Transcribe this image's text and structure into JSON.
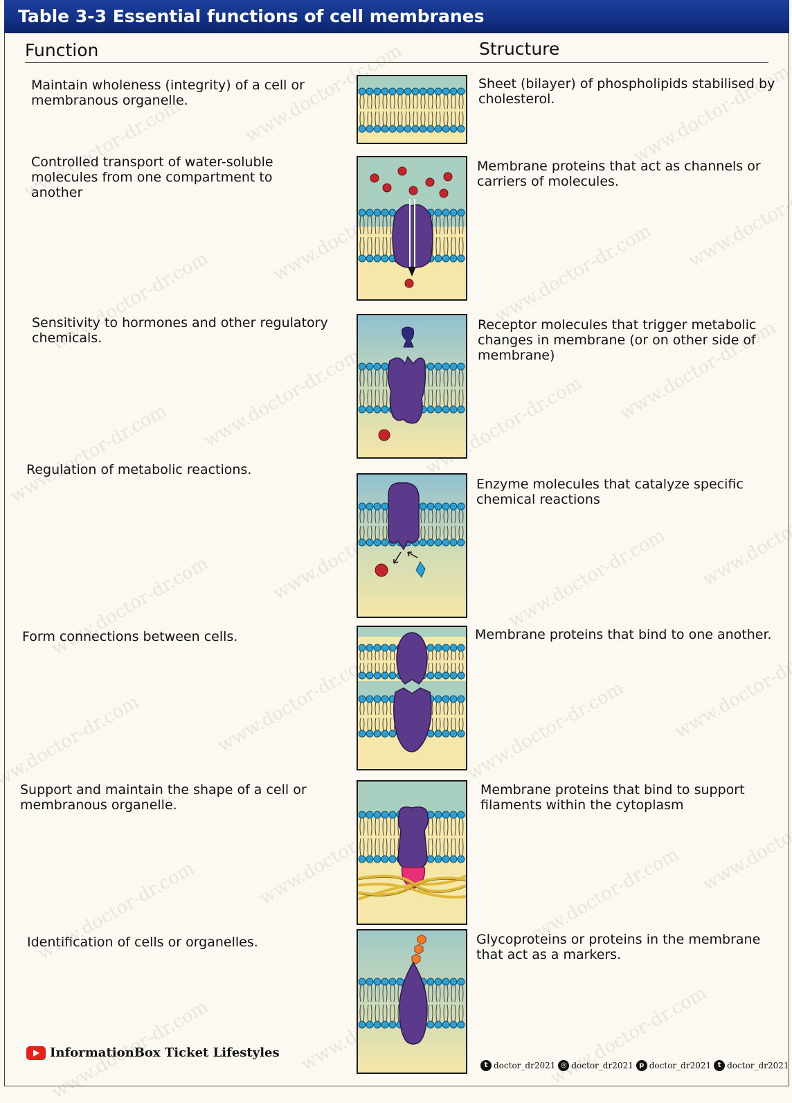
{
  "title": "Table 3-3  Essential functions of cell membranes",
  "headers": {
    "function": "Function",
    "structure": "Structure"
  },
  "rows": [
    {
      "function": "Maintain wholeness (integrity) of a cell or membranous organelle.",
      "structure": "Sheet (bilayer) of phospholipids stabilised by cholesterol.",
      "illustration": "phospholipid-bilayer"
    },
    {
      "function": "Controlled transport of water-soluble molecules from one compartment to another",
      "structure": "Membrane proteins that act as channels or carriers of molecules.",
      "illustration": "channel-protein"
    },
    {
      "function": "Sensitivity to hormones and other regulatory chemicals.",
      "structure": "Receptor molecules that trigger metabolic changes in membrane (or on other side of membrane)",
      "illustration": "receptor-protein"
    },
    {
      "function": "Regulation of metabolic reactions.",
      "structure": "Enzyme molecules that catalyze specific chemical reactions",
      "illustration": "enzyme-protein"
    },
    {
      "function": "Form connections between cells.",
      "structure": "Membrane proteins that bind to one another.",
      "illustration": "linking-proteins"
    },
    {
      "function": "Support and maintain the shape of a cell or membranous organelle.",
      "structure": "Membrane proteins that bind to support filaments within the cytoplasm",
      "illustration": "anchor-protein"
    },
    {
      "function": "Identification of cells or organelles.",
      "structure": "Glycoproteins or proteins in the membrane that act as a markers.",
      "illustration": "glycoprotein-marker"
    }
  ],
  "watermark": "www.doctor-dr.com",
  "branding": {
    "channel": "InformationBox Ticket Lifestyles",
    "channel_icon": "youtube-icon"
  },
  "socials": [
    {
      "icon": "twitter-icon",
      "glyph": "t",
      "handle": "doctor_dr2021"
    },
    {
      "icon": "instagram-icon",
      "glyph": "◎",
      "handle": "doctor_dr2021"
    },
    {
      "icon": "pinterest-icon",
      "glyph": "p",
      "handle": "doctor_dr2021"
    },
    {
      "icon": "tumblr-icon",
      "glyph": "t",
      "handle": "doctor_dr2021"
    }
  ],
  "colors": {
    "title_bar": "#123184",
    "protein": "#5b3a8c",
    "phospholipid_head": "#2f9fd0",
    "molecule": "#c0262b",
    "sugar_chain": "#f07c2a",
    "anchor": "#e8307a",
    "filament": "#e0b93a"
  }
}
